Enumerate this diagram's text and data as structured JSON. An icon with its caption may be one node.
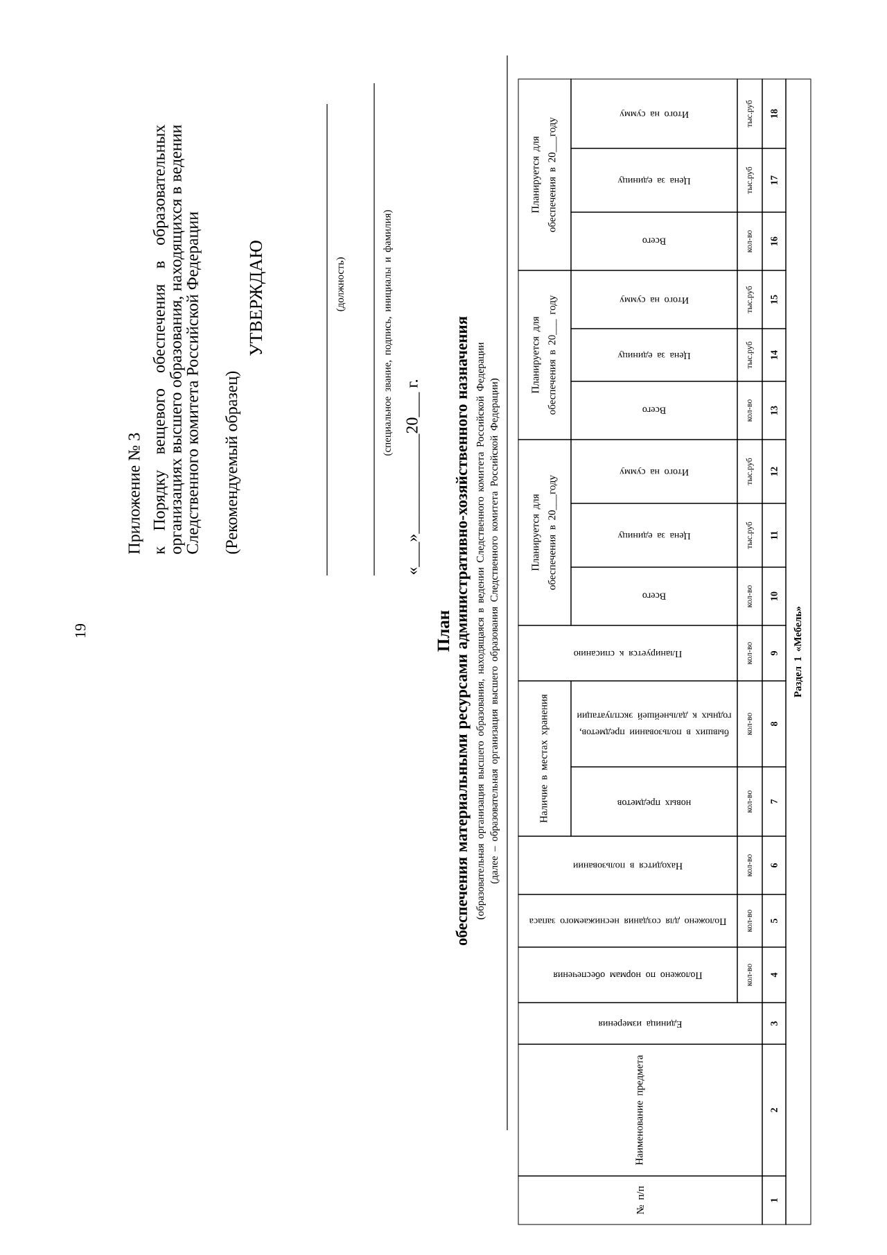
{
  "diagram": {
    "title": "План",
    "labels": [
      "19",
      "Приложение № 3",
      "к Порядку вещевого обеспечения в образовательных организациях высшего образования, находящихся в ведении Следственного комитета Российской Федерации",
      "(Рекомендуемый образец)",
      "УТВЕРЖДАЮ",
      "(должность)",
      "(специальное звание, подпись, инициалы и фамилия)",
      "«___»____________20___ г.",
      "обеспечения материальными ресурсами административно-хозяйственного назначения",
      "(образовательная организация высшего образования, находящаяся в ведении Следственного комитета Российской Федерации",
      "(далее – образовательная организация высшего образования Следственного комитета Российской Федерации)",
      "№ п/п",
      "Наименование предмета",
      "Единица измерения",
      "Положено по нормам обеспечения",
      "Положено для создания неснижаемого запаса",
      "Находится в пользовании",
      "Наличие в местах хранения",
      "Планируется к списанию",
      "Планируется для обеспечения в 20___году",
      "Планируется для обеспечения в 20___ году",
      "Планируется для обеспечения в 20___году",
      "новых предметов",
      "бывших в пользовании предметов, годных к дальнейшей эксплуатации",
      "Всего",
      "Цена за единицу",
      "Итого на сумму",
      "Всего",
      "Цена за единицу",
      "Итого на сумму",
      "Всего",
      "Цена за единицу",
      "Итого на сумму",
      "кол-во",
      "кол-во",
      "кол-во",
      "кол-во",
      "кол-во",
      "кол-во",
      "кол-во",
      "тыс.руб",
      "тыс.руб",
      "кол-во",
      "тыс.руб",
      "тыс.руб",
      "кол-во",
      "тыс.руб",
      "тыс.руб",
      "1",
      "2",
      "3",
      "4",
      "5",
      "6",
      "7",
      "8",
      "9",
      "10",
      "11",
      "12",
      "13",
      "14",
      "15",
      "16",
      "17",
      "18",
      "Раздел 1 «Мебель»"
    ]
  }
}
